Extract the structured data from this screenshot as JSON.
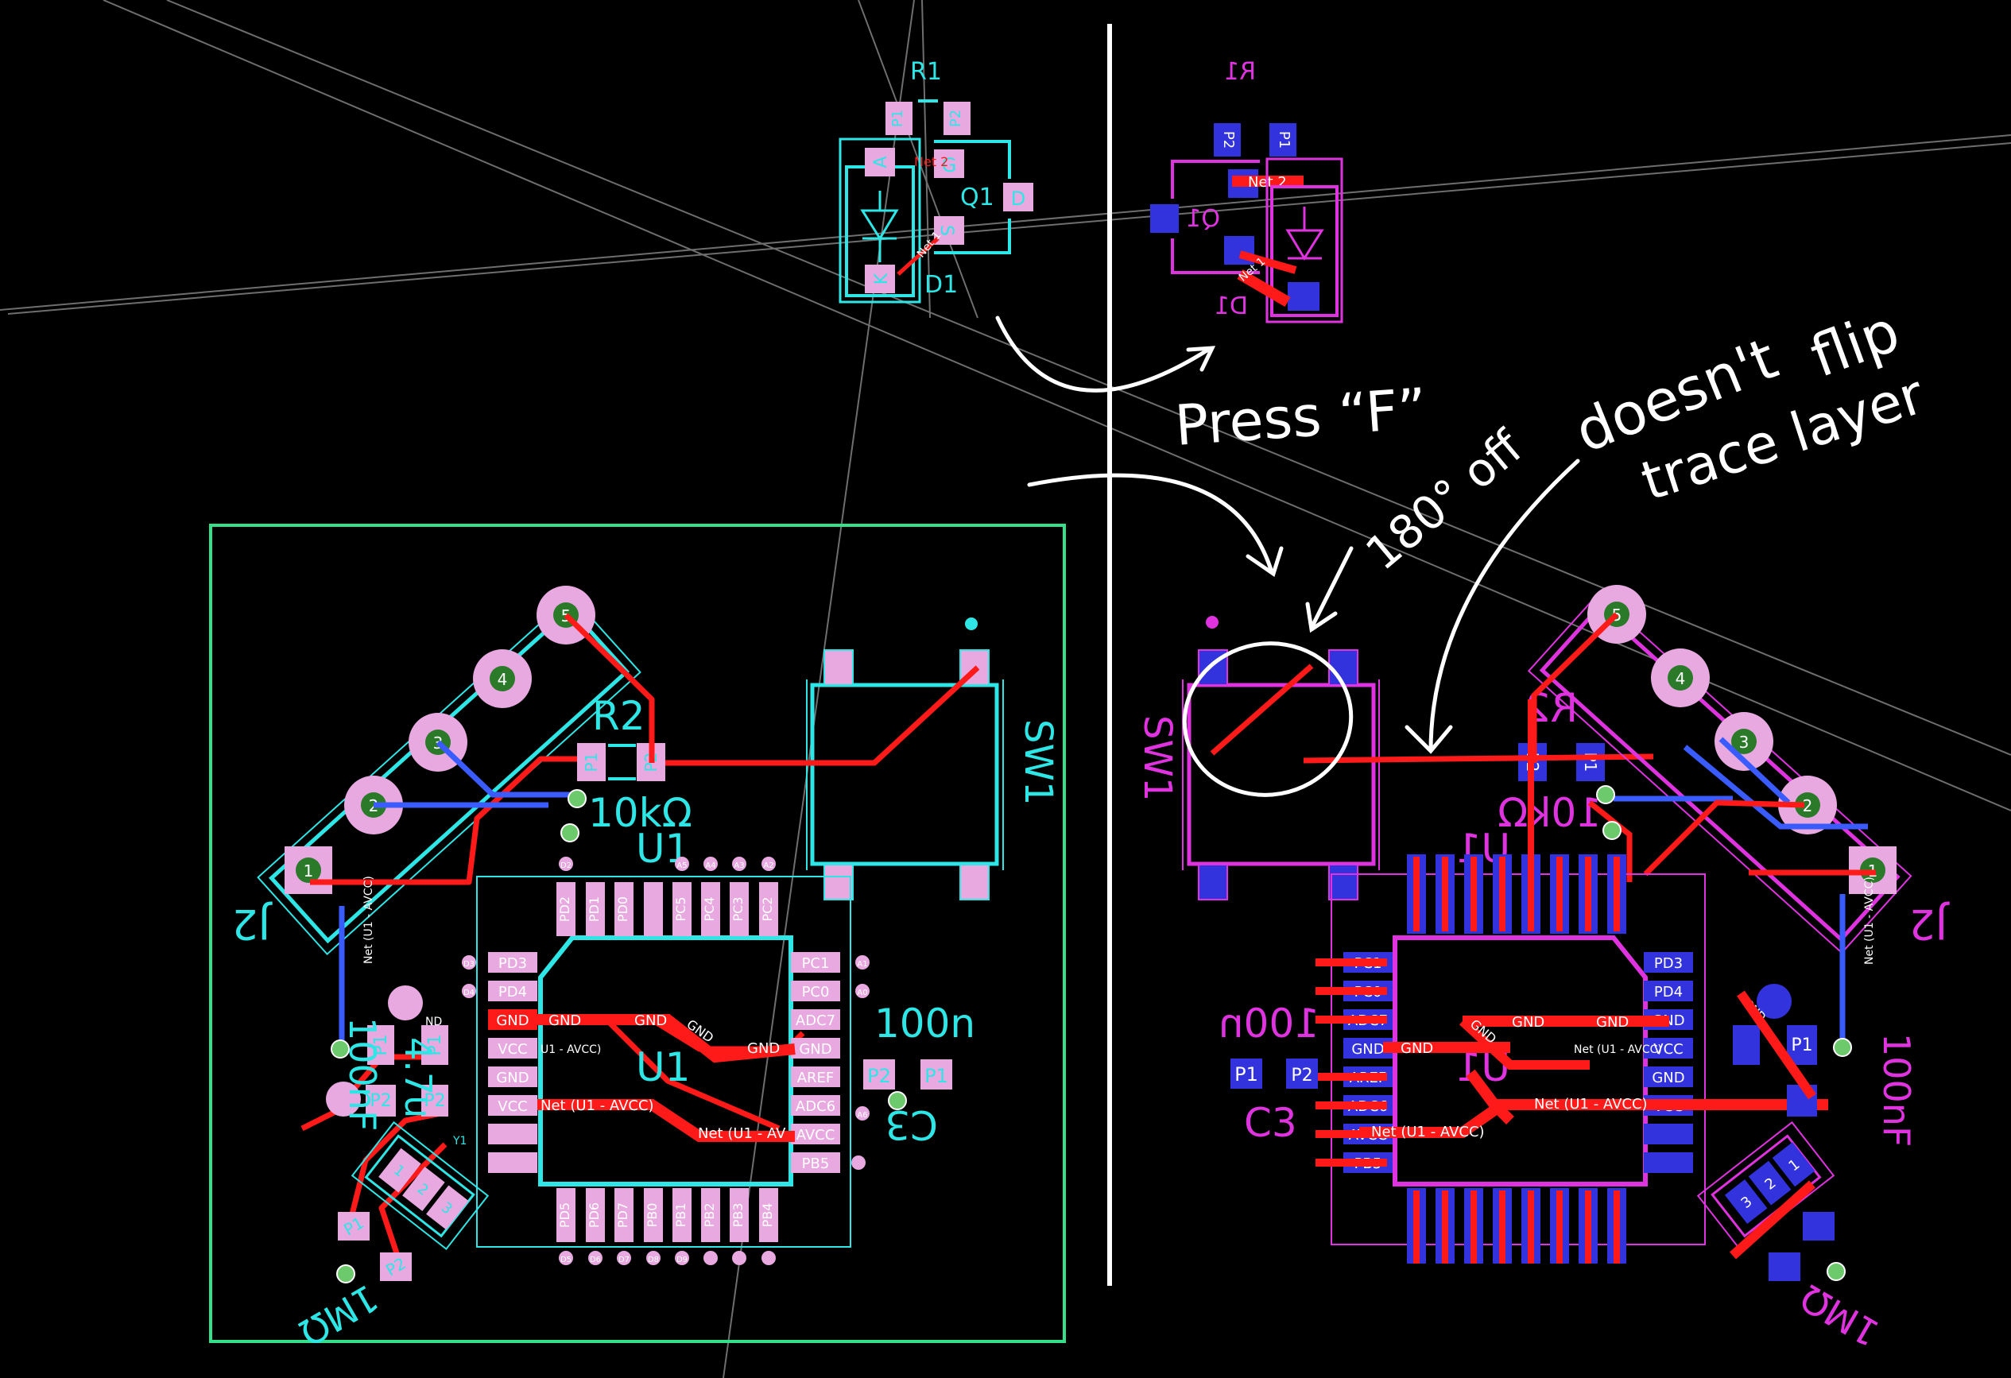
{
  "colors": {
    "background": "#000000",
    "board_outline": "#35e08a",
    "silk_top": "#2ee6e6",
    "silk_bottom": "#e033e0",
    "pad_top": "#e8a8e0",
    "pad_bottom": "#3333dd",
    "trace_top": "#ff1a1a",
    "trace_bottom": "#3a5cff",
    "via": "#6cc96c",
    "annotation": "#ffffff",
    "guide": "#8a8a8a"
  },
  "top_view": {
    "labels": {
      "r1": "R1",
      "q1": "Q1",
      "d1": "D1",
      "r2": "R2",
      "r2_value": "10kΩ",
      "u1": "U1",
      "u1_center": "U1",
      "sw1": "SW1",
      "j2": "J2",
      "c3": "C3",
      "c3_value": "100n",
      "c_left": "4.7u",
      "c_left2": "100nF",
      "y1_value": "1MΩ",
      "y1": "Y1"
    },
    "pads": {
      "p1": "P1",
      "p2": "P2",
      "g": "G",
      "d": "D",
      "s": "S",
      "a": "A",
      "k": "K",
      "net2": "Net 2",
      "net1": "Net 1"
    },
    "u1_left_pins": [
      "PD3",
      "PD4",
      "GND",
      "VCC",
      "GND",
      "VCC",
      "",
      ""
    ],
    "u1_left_small": [
      "D3",
      "D4"
    ],
    "u1_top_pins": [
      "PD2",
      "PD1",
      "PD0",
      "",
      "PC5",
      "PC4",
      "PC3",
      "PC2"
    ],
    "u1_top_small": [
      "D2",
      "A5",
      "A4",
      "A3",
      "A2"
    ],
    "u1_right_pins": [
      "PC1",
      "PC0",
      "ADC7",
      "GND",
      "AREF",
      "ADC6",
      "AVCC",
      "PB5"
    ],
    "u1_right_small": [
      "A1",
      "A0",
      "A6"
    ],
    "u1_bottom_pins": [
      "PD5",
      "PD6",
      "PD7",
      "PB0",
      "PB1",
      "PB2",
      "PB3",
      "PB4"
    ],
    "u1_bottom_small": [
      "D5",
      "D6",
      "D7",
      "D8",
      "D9"
    ],
    "j2_pins": [
      "1",
      "2",
      "3",
      "4",
      "5"
    ],
    "net_labels": {
      "gnd1": "GND",
      "gnd2": "GND",
      "gnd3": "GND",
      "gnd4": "GND",
      "nd": "ND",
      "avcc1": "U1 - AVCC)",
      "avcc2": "Net (U1 - AVCC)",
      "avcc3": "Net (U1 - AV",
      "vert": "Net (U1 - AVCC)"
    },
    "y1_pads": [
      "1",
      "2",
      "3"
    ]
  },
  "bottom_view": {
    "labels": {
      "r1": "R1",
      "q1": "Q1",
      "d1": "D1",
      "r2": "R2",
      "r2_value": "10kΩ",
      "u1": "U1",
      "u1_center": "U1",
      "sw1": "SW1",
      "j2": "J2",
      "c3": "C3",
      "c3_value": "100n",
      "c_right": "100nF",
      "y1_value": "1MΩ"
    },
    "pads": {
      "p1": "P1",
      "p2": "P2",
      "net2": "Net 2",
      "net1": "Net 1"
    },
    "u1_left_pins": [
      "PC1",
      "PC0",
      "ADC7",
      "GND",
      "AREF",
      "ADC6",
      "AVCC",
      "PB5"
    ],
    "u1_right_pins": [
      "PD3",
      "PD4",
      "GND",
      "VCC",
      "GND",
      "VCC",
      "",
      ""
    ],
    "j2_pins": [
      "1",
      "2",
      "3",
      "4",
      "5"
    ],
    "net_labels": {
      "gnd1": "GND",
      "gnd2": "GND",
      "gnd3": "GND",
      "gnd4": "GND",
      "gnd5": "GND",
      "avcc1": "Net (U1 - AVCC)",
      "avcc2": "Net (U1 - AVCC)",
      "avcc3": "Net (U1 - AVCC)",
      "vert": "Net (U1 - AVCC)"
    },
    "y1_pads": [
      "1",
      "2",
      "3"
    ]
  },
  "annotations": {
    "press_f": "Press “F”",
    "off_180": "180° off",
    "doesnt": "doesn't",
    "flip": "flip",
    "trace_layer": "trace layer"
  }
}
